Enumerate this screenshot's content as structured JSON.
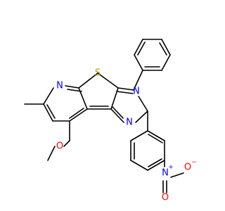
{
  "colors": {
    "background": "#ffffff",
    "bond": "#000000",
    "N": "#0000ff",
    "S": "#b8a000",
    "O": "#ff0000"
  },
  "atoms": {
    "S1": {
      "label": "S",
      "element": "S"
    },
    "N_py": {
      "label": "N",
      "element": "N"
    },
    "N_pyr3": {
      "label": "N",
      "element": "N"
    },
    "N_pyr1": {
      "label": "N",
      "element": "N"
    },
    "O_ether": {
      "label": "O",
      "element": "O"
    },
    "N_nitro": {
      "label": "N",
      "element": "N",
      "charge": "+"
    },
    "O_nitro1": {
      "label": "O",
      "element": "O",
      "charge": "−"
    },
    "O_nitro2": {
      "label": "O",
      "element": "O"
    }
  }
}
